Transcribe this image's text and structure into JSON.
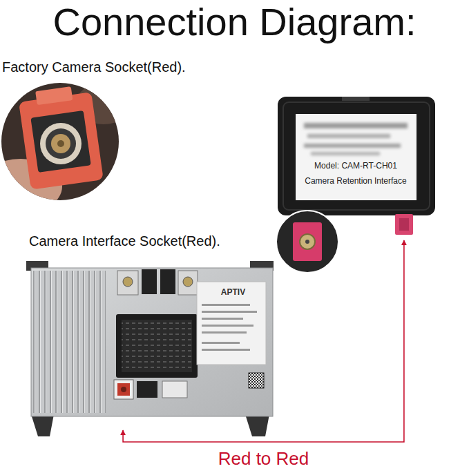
{
  "diagram": {
    "title": "Connection Diagram:",
    "nodes": [
      {
        "text": [
          "Factory Camera Socket(Red)."
        ]
      },
      {
        "text": [
          "Camera Retention Interface",
          "Model: CAM-RT-CH01"
        ]
      },
      {
        "text": [
          "Camera Interface Socket(Red).",
          "APTIV"
        ]
      }
    ],
    "edges": [
      {
        "from": 1,
        "to": 2,
        "arrow": "both",
        "label": "Red to Red"
      }
    ]
  }
}
